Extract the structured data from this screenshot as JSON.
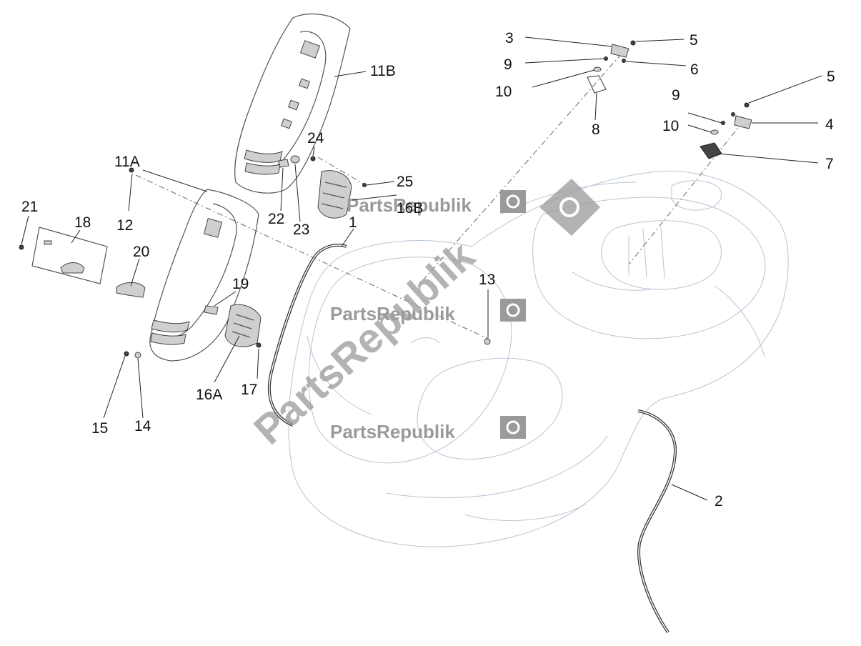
{
  "watermark": {
    "brand": "PartsRepublik",
    "diagonal": "PartsRepublik",
    "gear_icon": "gear-icon"
  },
  "callouts": [
    "1",
    "2",
    "3",
    "4",
    "5",
    "5",
    "6",
    "7",
    "8",
    "9",
    "9",
    "10",
    "10",
    "11A",
    "11B",
    "12",
    "13",
    "14",
    "15",
    "16A",
    "16B",
    "17",
    "18",
    "19",
    "20",
    "21",
    "22",
    "23",
    "24",
    "25"
  ],
  "colors": {
    "line": "#555555",
    "ghost": "#b8c4d4",
    "watermark": "#9a9a9a"
  }
}
